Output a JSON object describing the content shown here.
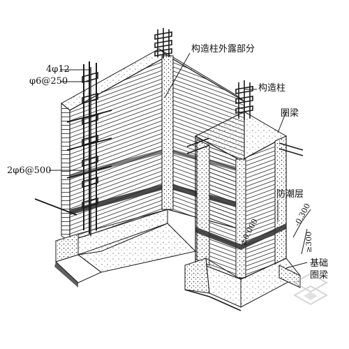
{
  "labels": {
    "exposed_column": "构造柱外露部分",
    "rebar_main": "4φ12",
    "rebar_stirrup": "φ6@250",
    "rebar_tie": "2φ6@500",
    "column": "构造柱",
    "ring_beam": "圈梁",
    "damp_course": "防潮层",
    "elev_neg": "-0.300",
    "elev_zero": "±0.000",
    "depth": "≥300",
    "foundation_1": "基础",
    "foundation_2": "圈梁"
  },
  "colors": {
    "ink": "#1a1a1a",
    "paper": "#ffffff",
    "hatch": "#2b2b2b",
    "watermark": "#c9c9c9"
  }
}
